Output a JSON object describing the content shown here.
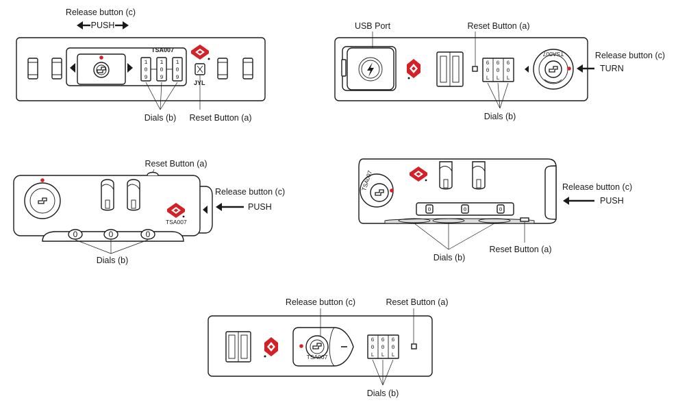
{
  "colors": {
    "accent": "#d42027",
    "ink": "#1a1a1a",
    "background": "#ffffff"
  },
  "icons": [
    "tsa-diamond-logo-icon",
    "lightning-bolt-icon",
    "tsa-key-icon",
    "arrow-icon"
  ],
  "lock1": {
    "release_label": "Release button (c)",
    "push_label": "PUSH",
    "tsa_text": "TSA007",
    "jyl_text": "JYL",
    "dials_label": "Dials (b)",
    "reset_label": "Reset Button (a)",
    "dial_digits": [
      "1",
      "0",
      "9"
    ]
  },
  "lock2": {
    "usb_label": "USB Port",
    "reset_label": "Reset Button (a)",
    "release_label": "Release button (c)",
    "turn_label": "TURN",
    "dials_label": "Dials (b)",
    "tsa_text": "TSA007",
    "dial_digits": [
      "6",
      "0",
      "L"
    ]
  },
  "lock3": {
    "reset_label": "Reset Button (a)",
    "release_label": "Release button (c)",
    "push_label": "PUSH",
    "tsa_text": "TSA007",
    "dials_label": "Dials (b)",
    "dial_digits": [
      "0",
      "0",
      "0"
    ]
  },
  "lock4": {
    "release_label": "Release button (c)",
    "push_label": "PUSH",
    "dials_label": "Dials (b)",
    "reset_label": "Reset Button (a)",
    "tsa_text": "TSA007",
    "dial_digits": [
      "0",
      "0",
      "0"
    ]
  },
  "lock5": {
    "release_label": "Release button (c)",
    "reset_label": "Reset Button (a)",
    "dials_label": "Dials (b)",
    "tsa_text": "TSA007",
    "dial_digits": [
      "6",
      "0",
      "L"
    ]
  }
}
